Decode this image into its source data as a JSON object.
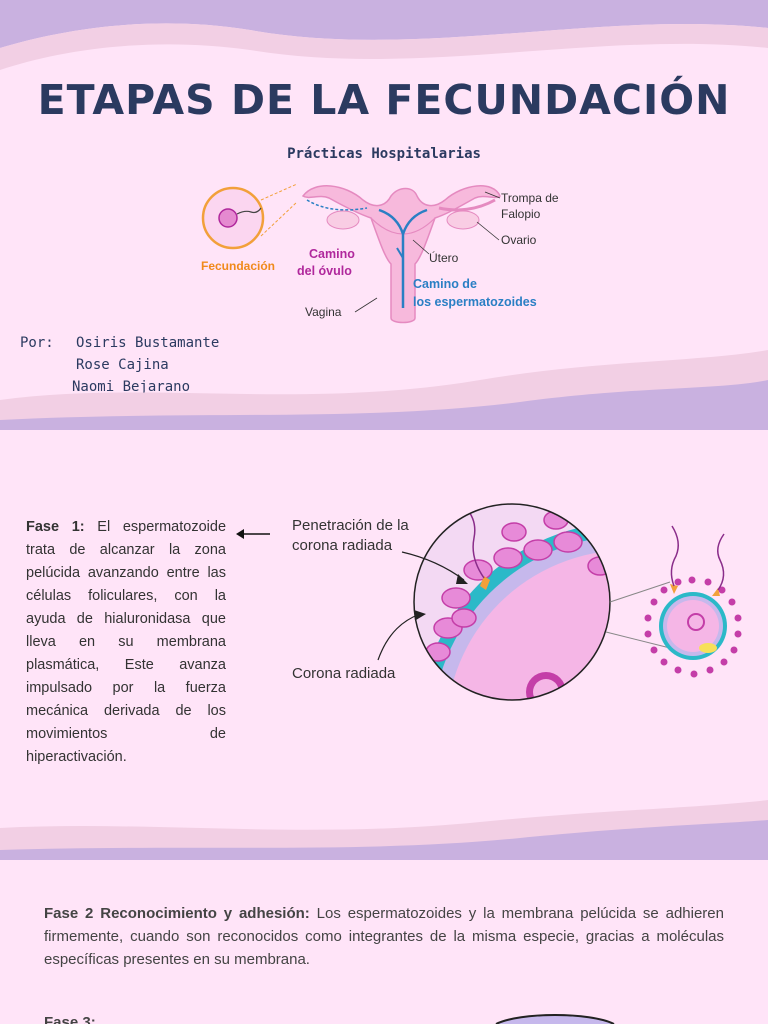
{
  "slide1": {
    "title": "ETAPAS DE LA FECUNDACIÓN",
    "subtitle": "Prácticas Hospitalarias",
    "diagram": {
      "fecundacion": "Fecundación",
      "camino_ovulo_1": "Camino",
      "camino_ovulo_2": "del óvulo",
      "trompa_1": "Trompa de",
      "trompa_2": "Falopio",
      "ovario": "Ovario",
      "utero": "Útero",
      "camino_esp_1": "Camino de",
      "camino_esp_2": "los espermatozoides",
      "vagina": "Vagina"
    },
    "authors_label": "Por:",
    "authors": [
      "Osiris Bustamante",
      "Rose Cajina",
      "Naomi Bejarano"
    ]
  },
  "slide2": {
    "fase1_title": "Fase 1:",
    "fase1_text": "El espermatozoide trata de alcanzar la zona pelúcida avanzando entre las células foliculares, con la ayuda de hialuronidasa que lleva en su membrana plasmática, Este avanza impulsado por la fuerza mecánica derivada de los movimientos de hiperactivación.",
    "label_penetracion_1": "Penetración de la",
    "label_penetracion_2": "corona radiada",
    "label_corona": "Corona radiada"
  },
  "slide3": {
    "fase2_title": "Fase 2 Reconocimiento y adhesión:",
    "fase2_text": "Los espermatozoides y la membrana pelúcida se adhieren firmemente, cuando son reconocidos como integrantes de la misma especie, gracias a moléculas específicas presentes en su membrana.",
    "fase3_title": "Fase 3:"
  },
  "colors": {
    "title": "#2b3a60",
    "background": "#ffe4f8",
    "wave_purple": "#c9b1e0",
    "wave_pink": "#f2cfe4",
    "ovulo_label": "#b0289c",
    "esp_label": "#2a7fc4",
    "fecundacion_label": "#f08a1c"
  }
}
